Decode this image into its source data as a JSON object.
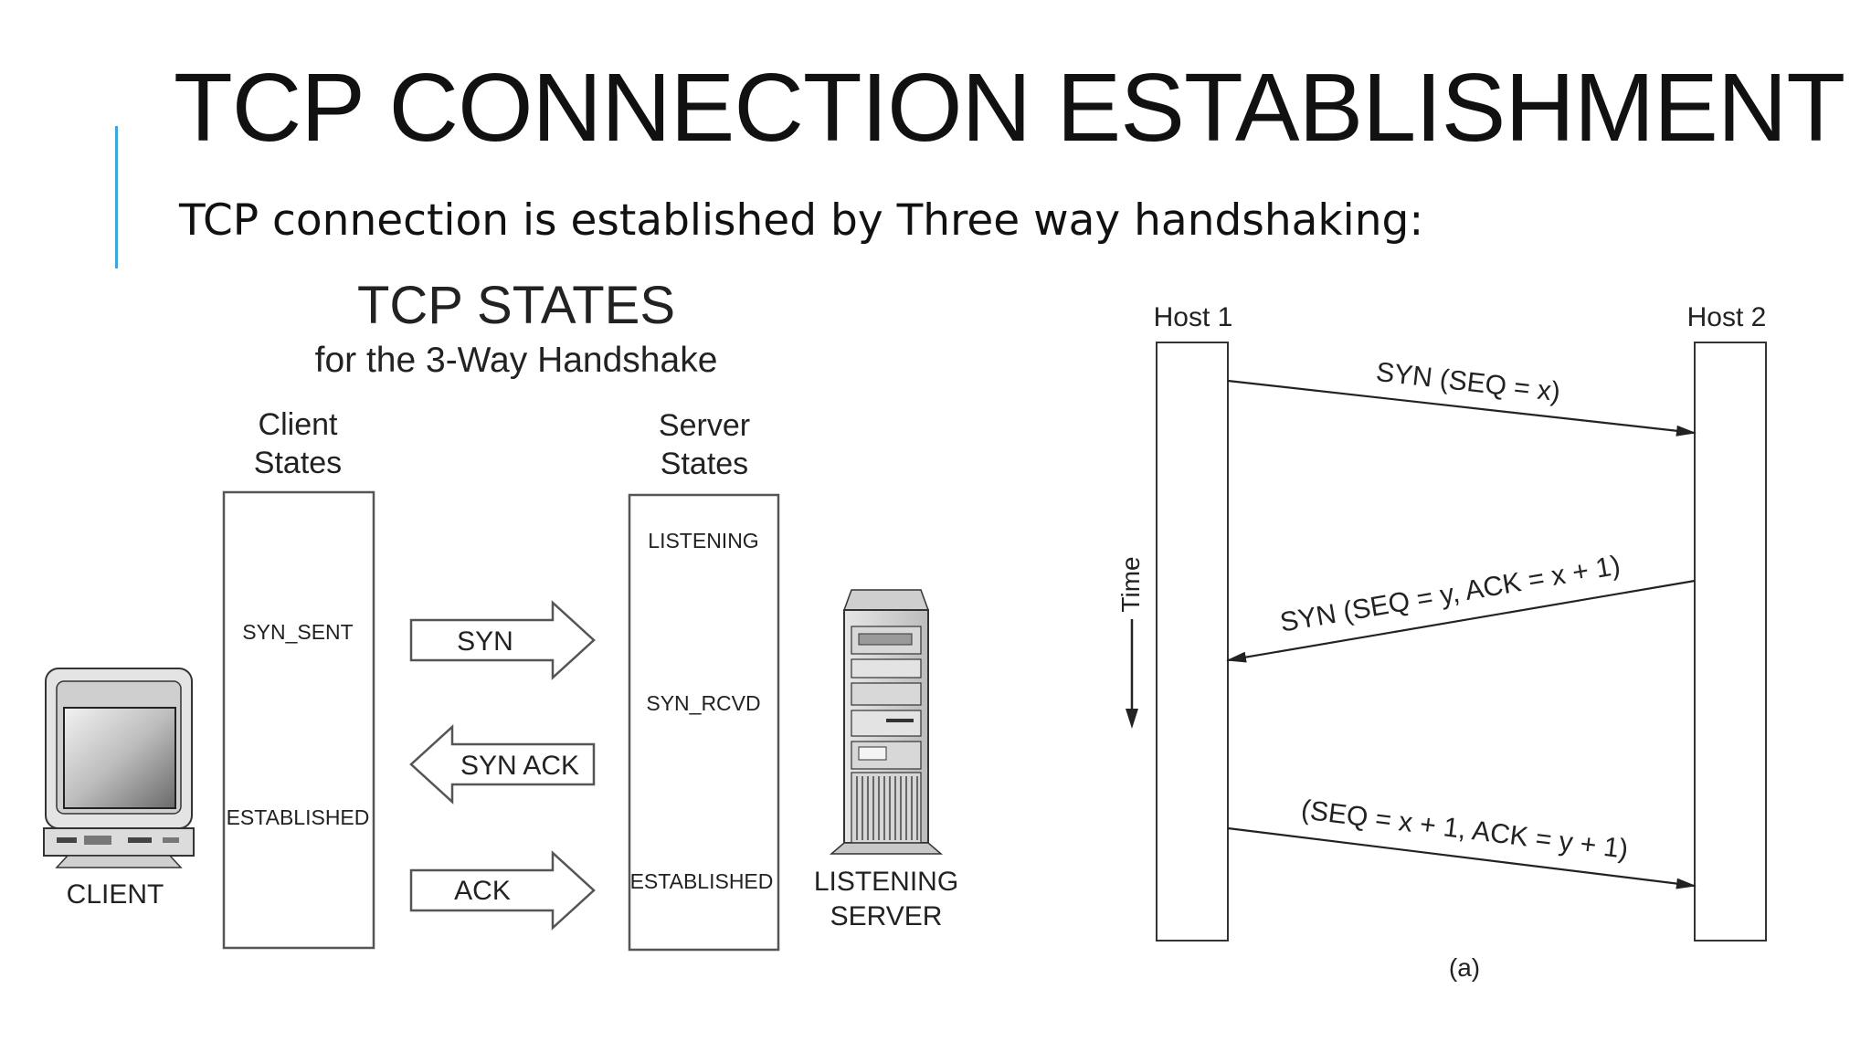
{
  "slide": {
    "title": "TCP CONNECTION ESTABLISHMENT",
    "subtitle": "TCP connection is established by Three way handshaking:"
  },
  "states_figure": {
    "title": "TCP STATES",
    "subtitle": "for the 3-Way Handshake",
    "client_header": [
      "Client",
      "States"
    ],
    "server_header": [
      "Server",
      "States"
    ],
    "client_states": [
      "SYN_SENT",
      "ESTABLISHED"
    ],
    "server_states": [
      "LISTENING",
      "SYN_RCVD",
      "ESTABLISHED"
    ],
    "arrows": [
      "SYN",
      "SYN ACK",
      "ACK"
    ],
    "client_label": "CLIENT",
    "server_label": [
      "LISTENING",
      "SERVER"
    ],
    "client-icon": "computer-monitor",
    "server-icon": "server-tower"
  },
  "sequence_figure": {
    "host1": "Host 1",
    "host2": "Host 2",
    "time_label": "Time",
    "messages": [
      "SYN (SEQ = x)",
      "SYN (SEQ = y, ACK = x + 1)",
      "(SEQ = x + 1, ACK = y + 1)"
    ],
    "caption": "(a)"
  }
}
